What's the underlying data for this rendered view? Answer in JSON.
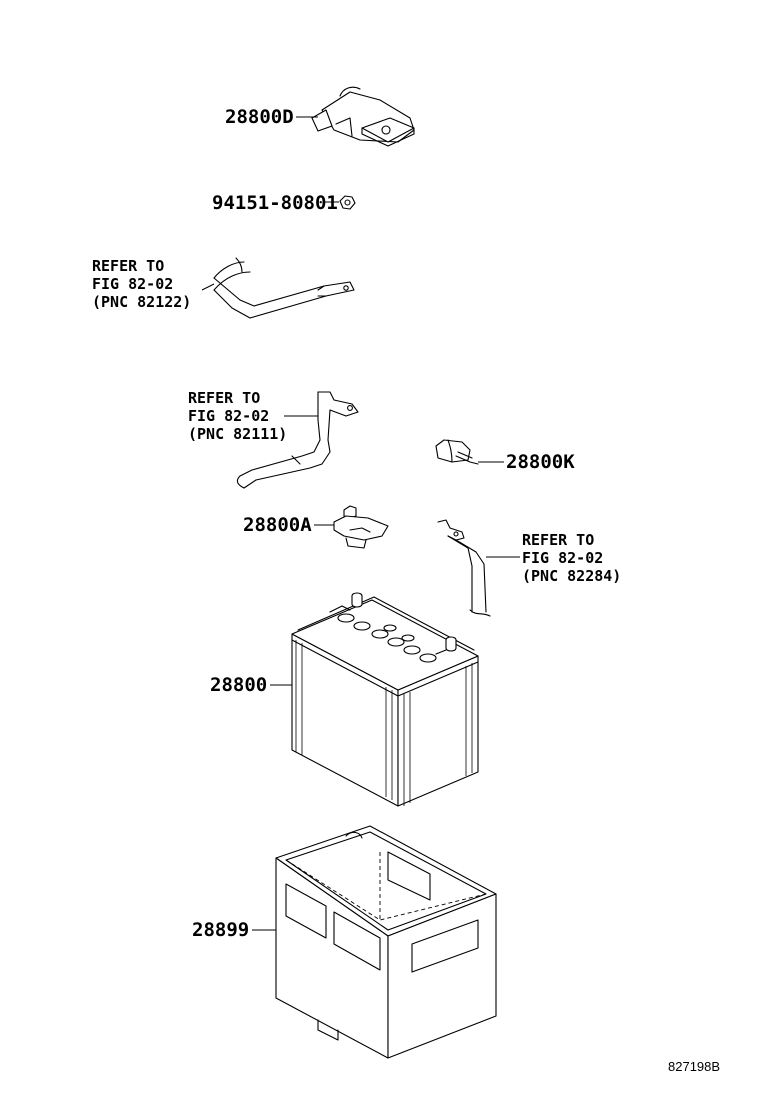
{
  "parts": {
    "terminal_cover": "28800D",
    "nut": "94151-80801",
    "negative_terminal_cover": "28800K",
    "positive_terminal_cover": "28800A",
    "battery": "28800",
    "battery_tray": "28899"
  },
  "references": {
    "ref_82122": [
      "REFER TO",
      "FIG 82-02",
      "(PNC 82122)"
    ],
    "ref_82111": [
      "REFER TO",
      "FIG 82-02",
      "(PNC 82111)"
    ],
    "ref_82284": [
      "REFER TO",
      "FIG 82-02",
      "(PNC 82284)"
    ]
  },
  "diagram_code": "827198B"
}
